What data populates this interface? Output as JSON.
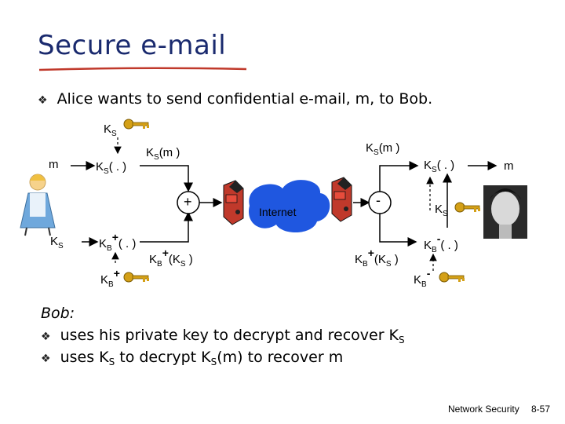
{
  "title": "Secure e-mail",
  "bullet_main": "Alice wants to send confidential e-mail, m, to Bob.",
  "diagram": {
    "ks_top": "K",
    "ks_top_sub": "S",
    "m_left": "m",
    "m_right": "m",
    "ks_enc_box": "K",
    "ks_enc_sub": "S",
    "ks_enc_paren": "( . )",
    "ks_m_left": "K",
    "ks_m_left_sub": "S",
    "ks_m_left_rest": "(m )",
    "ks_m_right": "K",
    "ks_m_right_sub": "S",
    "ks_m_right_rest": "(m )",
    "plus_symbol": "+",
    "minus_symbol": "-",
    "internet": "Internet",
    "ks_left": "K",
    "ks_left_sub": "S",
    "kb_plus_box": "K",
    "kb_plus_sub": "B",
    "kb_plus_sup": "+",
    "kb_plus_paren": "( . )",
    "kb_ks_left": "K",
    "kb_ks_left_sub": "B",
    "kb_ks_left_sup": "+",
    "kb_ks_left_rest": "(K",
    "kb_ks_left_rest_sub": "S",
    "kb_ks_left_close": " )",
    "kb_plus_key": "K",
    "kb_plus_key_sub": "B",
    "kb_plus_key_sup": "+",
    "kb_ks_right": "K",
    "kb_ks_right_sub": "B",
    "kb_ks_right_sup": "+",
    "kb_ks_right_rest": "(K",
    "kb_ks_right_rest_sub": "S",
    "kb_ks_right_close": " )",
    "ks_dec_box": "K",
    "ks_dec_sub": "S",
    "ks_dec_paren": "( . )",
    "ks_right": "K",
    "ks_right_sub": "S",
    "kb_minus_box": "K",
    "kb_minus_sub": "B",
    "kb_minus_sup": "-",
    "kb_minus_paren": "( . )",
    "kb_minus_key": "K",
    "kb_minus_key_sub": "B",
    "kb_minus_key_sup": "-"
  },
  "bob": {
    "heading": "Bob:",
    "line1": "uses his private key to decrypt and recover K",
    "line1_sub": "S",
    "line2_a": "uses K",
    "line2_a_sub": "S",
    "line2_b": " to decrypt K",
    "line2_b_sub": "S",
    "line2_c": "(m) to recover m"
  },
  "footer": {
    "left": "Network Security",
    "right": "8-57"
  },
  "colors": {
    "title": "#1a2a6e",
    "underline": "#c0392b",
    "key": "#d4a017",
    "cloud": "#1f57e0",
    "router": "#c0392b"
  }
}
